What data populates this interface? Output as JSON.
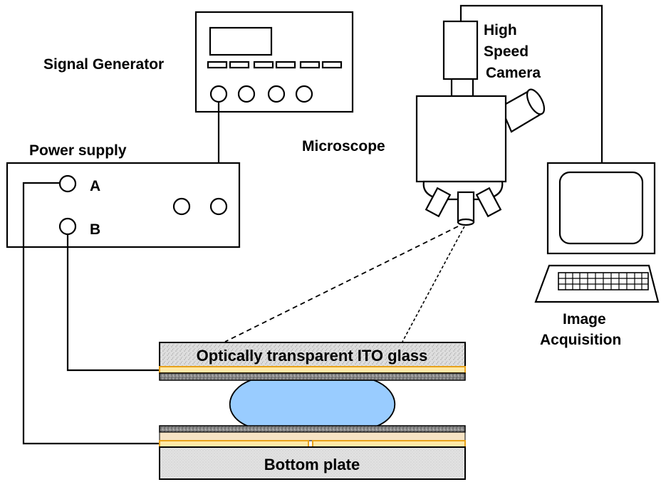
{
  "labels": {
    "signal_generator": "Signal Generator",
    "high": "High",
    "speed": "Speed",
    "camera": "Camera",
    "microscope": "Microscope",
    "power_supply": "Power supply",
    "terminal_a": "A",
    "terminal_b": "B",
    "image": "Image",
    "acquisition": "Acquisition",
    "ito_glass": "Optically transparent ITO glass",
    "bottom_plate": "Bottom plate"
  },
  "colors": {
    "electrode": "#ffe9a8",
    "electrode_border": "#e8a21a",
    "droplet": "#99ccff",
    "plate_texture": "#d0d0d0",
    "substrate": "#f6e3c4"
  }
}
